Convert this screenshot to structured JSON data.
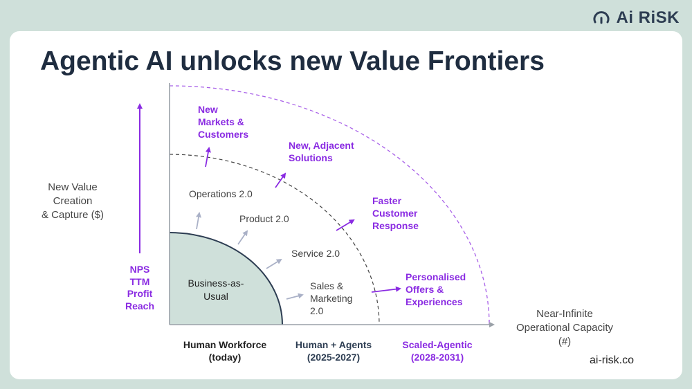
{
  "brand": {
    "name": "Ai RiSK",
    "icon": "gauge-icon"
  },
  "title": "Agentic AI unlocks new Value Frontiers",
  "y_axis": {
    "label_lines": [
      "New Value",
      "Creation",
      "& Capture ($)"
    ],
    "metrics": [
      "NPS",
      "TTM",
      "Profit",
      "Reach"
    ]
  },
  "x_axis": {
    "label_lines": [
      "Near-Infinite",
      "Operational Capacity",
      "(#)"
    ]
  },
  "stages": [
    {
      "name": "Human Workforce",
      "period": "(today)"
    },
    {
      "name": "Human + Agents",
      "period": "(2025-2027)"
    },
    {
      "name": "Scaled-Agentic",
      "period": "(2028-2031)"
    }
  ],
  "core_zone": {
    "label_lines": [
      "Business-as-",
      "Usual"
    ]
  },
  "functions": [
    "Operations 2.0",
    "Product 2.0",
    "Service 2.0",
    "Sales & Marketing 2.0"
  ],
  "sales_lines": [
    "Sales &",
    "Marketing",
    "2.0"
  ],
  "frontiers": {
    "markets": [
      "New",
      "Markets &",
      "Customers"
    ],
    "adjacent": [
      "New, Adjacent",
      "Solutions"
    ],
    "faster": [
      "Faster",
      "Customer",
      "Response"
    ],
    "personalised": [
      "Personalised",
      "Offers &",
      "Experiences"
    ]
  },
  "footer": {
    "url": "ai-risk.co"
  },
  "colors": {
    "accent": "#8a2be2",
    "core_fill": "#cfe0da",
    "core_stroke": "#2d3d52",
    "background": "#cfe0da"
  }
}
